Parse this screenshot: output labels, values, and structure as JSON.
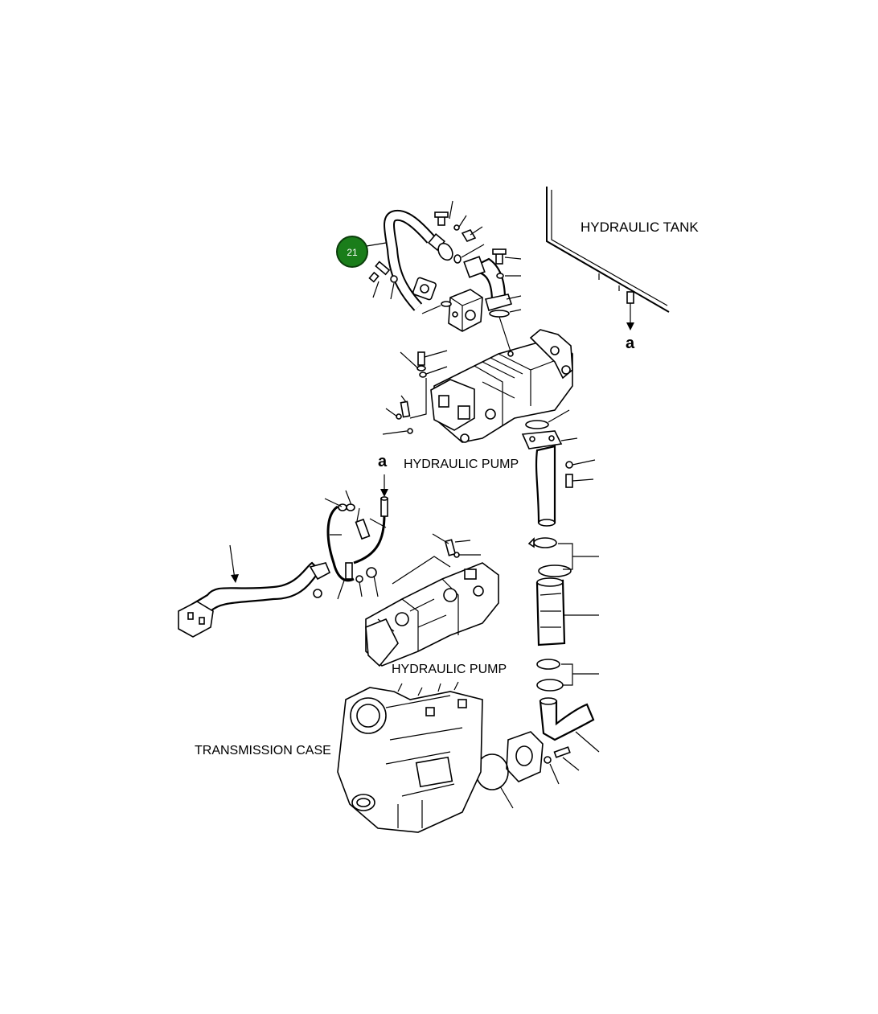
{
  "labels": {
    "hydraulic_tank": "HYDRAULIC TANK",
    "hydraulic_pump_upper": "HYDRAULIC PUMP",
    "hydraulic_pump_lower": "HYDRAULIC PUMP",
    "transmission_case": "TRANSMISSION CASE",
    "ref_a_tank": "a",
    "ref_a_hose": "a"
  },
  "callout": {
    "number": "21",
    "color": "#1a7d1a",
    "border": "#0b3d0b"
  }
}
